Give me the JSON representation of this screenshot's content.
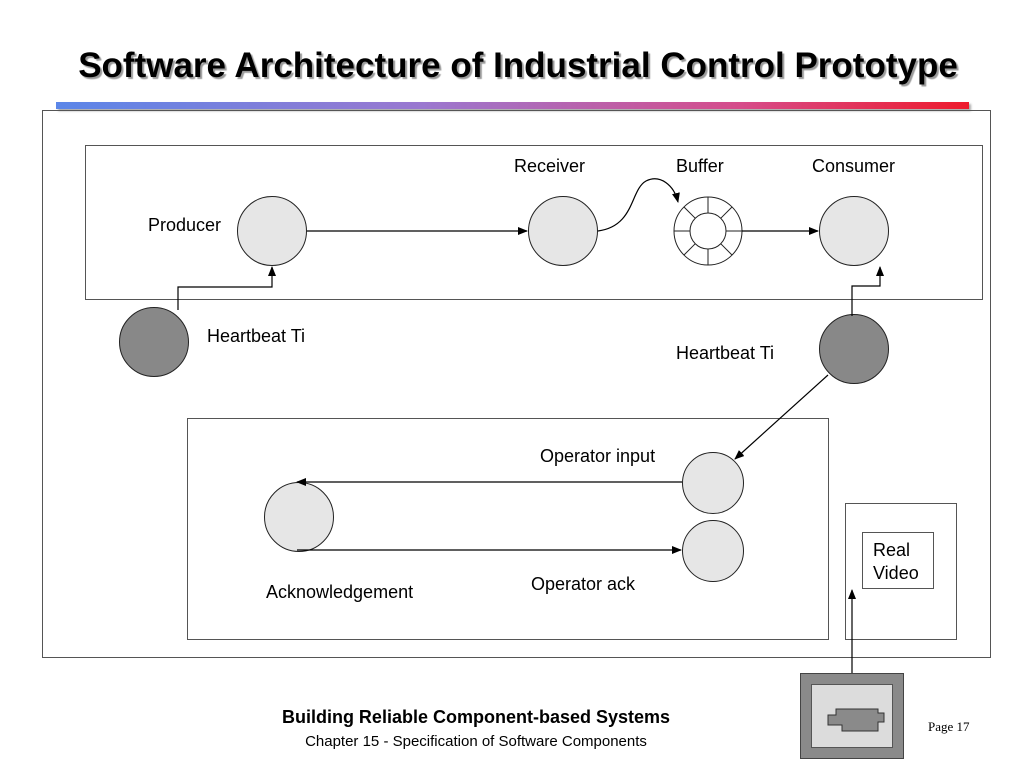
{
  "slide": {
    "title": "Software Architecture of Industrial Control Prototype",
    "colors": {
      "title_bar_start": "#5b86e8",
      "title_bar_end": "#ee1a2c",
      "component_fill": "#e6e6e6",
      "timer_fill": "#888888"
    }
  },
  "diagram": {
    "producer_label": "Producer",
    "receiver_label": "Receiver",
    "buffer_label": "Buffer",
    "consumer_label": "Consumer",
    "heartbeat_left_label": "Heartbeat Ti",
    "heartbeat_right_label": "Heartbeat Ti",
    "operator_input_label": "Operator input",
    "operator_ack_label": "Operator ack",
    "acknowledgement_label": "Acknowledgement",
    "real_video_line1": "Real",
    "real_video_line2": "Video",
    "connector_icon": "video-camera-icon"
  },
  "footer": {
    "title": "Building Reliable Component-based Systems",
    "subtitle": "Chapter 15 - Specification of Software Components",
    "page": "Page 17"
  }
}
